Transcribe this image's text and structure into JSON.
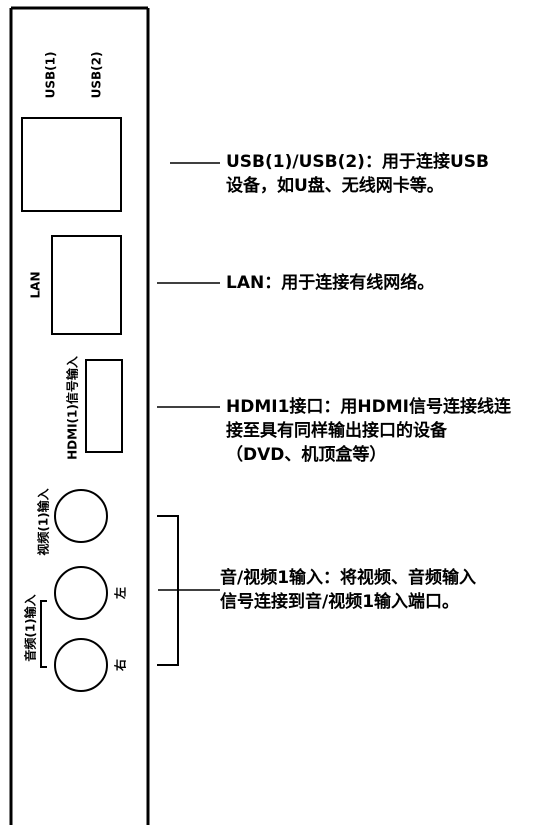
{
  "panel": {
    "port_labels": {
      "usb1": "USB(1)",
      "usb2": "USB(2)",
      "lan": "LAN",
      "hdmi": "HDMI(1)信号输入",
      "video_in": "视频(1)输入",
      "audio_in": "音频(1)输入",
      "left": "左",
      "right": "右"
    }
  },
  "descriptions": {
    "usb": [
      "USB(1)/USB(2)：用于连接USB",
      "设备，如U盘、无线网卡等。"
    ],
    "lan": [
      "LAN：用于连接有线网络。"
    ],
    "hdmi": [
      "HDMI1接口：用HDMI信号连接线连",
      "接至具有同样输出接口的设备",
      "（DVD、机顶盒等）"
    ],
    "av": [
      "音/视频1输入：将视频、音频输入",
      "信号连接到音/视频1输入端口。"
    ]
  }
}
